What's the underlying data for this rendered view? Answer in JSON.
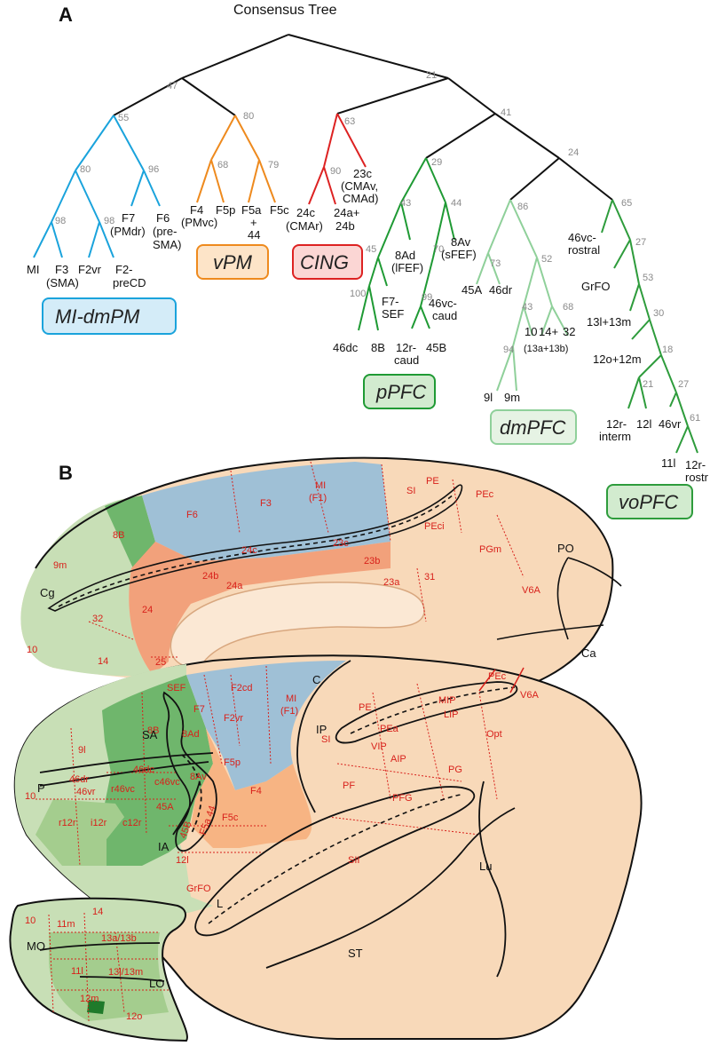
{
  "panels": {
    "a": "A",
    "b": "B"
  },
  "tree": {
    "title": "Consensus Tree",
    "bootstrap": {
      "root": "21",
      "left": "47",
      "mi_dmpm": "55",
      "vpm": "80",
      "cing": "63",
      "right": "41",
      "ra": "29",
      "rb": "24",
      "mi_sub": "80",
      "f_sub": "96",
      "mi_sub2": "98",
      "f2_sub": "98",
      "vpm_left": "68",
      "vpm_right": "79",
      "cing_sub": "90",
      "p_left": "43",
      "p_right": "44",
      "sub45": "45",
      "sub100": "100",
      "sub70": "70",
      "sub99": "99",
      "dm": "86",
      "sub73": "73",
      "sub52": "52",
      "sub43": "43",
      "sub68": "68",
      "sub94": "94",
      "vo": "65",
      "vo27": "27",
      "vo53": "53",
      "vo30": "30",
      "vo18": "18",
      "vo21": "21",
      "vo27b": "27",
      "vo61": "61"
    },
    "leaves": {
      "mi": "MI",
      "f3": "F3",
      "f3b": "(SMA)",
      "f2vr": "F2vr",
      "f2": "F2-",
      "f2b": "preCD",
      "f7": "F7",
      "f7b": "(PMdr)",
      "f6": "F6",
      "f6b": "(pre-",
      "f6c": "SMA)",
      "f4": "F4",
      "f4b": "(PMvc)",
      "f5p": "F5p",
      "f5a": "F5a",
      "f5a2": "+",
      "f5a3": "44",
      "f5c": "F5c",
      "c24": "24c",
      "c24b": "(CMAr)",
      "c24a": "24a+",
      "c24a2": "24b",
      "c23": "23c",
      "c23b": "(CMAv,",
      "c23c": "CMAd)",
      "ad8": "8Ad",
      "ad8b": "(lFEF)",
      "av8": "8Av",
      "av8b": "(sFEF)",
      "f7sef": "F7-",
      "f7sef2": "SEF",
      "c46": "46vc-",
      "c46b": "caud",
      "dc46": "46dc",
      "b8": "8B",
      "r12": "12r-",
      "r12b": "caud",
      "b45": "45B",
      "a45": "45A",
      "dr46": "46dr",
      "l9": "9l",
      "m9": "9m",
      "ten": "10",
      "f14": "14+",
      "f14b": "(13a+13b)",
      "t32": "32",
      "r46": "46vc-",
      "r46b": "rostral",
      "grfo": "GrFO",
      "l13": "13l+13m",
      "o12": "12o+12m",
      "i12": "12r-",
      "i12b": "interm",
      "l12": "12l",
      "vr46": "46vr",
      "l11": "11l",
      "rr12": "12r-",
      "rr12b": "rostr"
    },
    "groups": {
      "mi_dmpm": "MI-dmPM",
      "vpm": "vPM",
      "cing": "CING",
      "ppfc": "pPFC",
      "dmpfc": "dmPFC",
      "vopfc": "voPFC"
    },
    "colors": {
      "mi_dmpm": "#1aa3dc",
      "vpm": "#ee8a1e",
      "cing": "#dd2222",
      "ppfc": "#1f9a34",
      "dmpfc": "#8fd09a",
      "vopfc": "#2e9c3c"
    }
  },
  "brain": {
    "colors": {
      "tan": "#f8d9b9",
      "blue": "#9fc0d6",
      "salmon": "#f2a17b",
      "orange": "#f7b483",
      "lightgreen": "#c8dfb6",
      "midgreen": "#a4cd8e",
      "green": "#6fb66c",
      "dark": "#1f7a2a"
    },
    "medial_labels": {
      "mi": "MI",
      "mi2": "(F1)",
      "f6": "F6",
      "f3": "F3",
      "sef_b": "8B",
      "m9": "9m",
      "c24c": "24c",
      "c23c": "23c",
      "c24b": "24b",
      "c24a": "24a",
      "c23b": "23b",
      "c23a": "23a",
      "a24": "24",
      "a32": "32",
      "a10": "10",
      "a25": "25",
      "a14": "14",
      "si": "SI",
      "pe": "PE",
      "peci": "PEci",
      "pec": "PEc",
      "pgm": "PGm",
      "v6a": "V6A",
      "a31": "31"
    },
    "lateral_labels": {
      "sef": "SEF",
      "f7": "F7",
      "f2cd": "F2cd",
      "f2vr": "F2vr",
      "mi": "MI",
      "mi2": "(F1)",
      "b8": "8B",
      "ad8": "8Ad",
      "l9": "9l",
      "dc46": "46dc",
      "c46": "c46vc",
      "av8": "8Av",
      "f5p": "F5p",
      "dr46": "46dr",
      "vr46": "46vr",
      "r46": "r46vc",
      "ten": "10",
      "r12": "r12r",
      "i12": "i12r",
      "c12": "c12r",
      "a45": "45A",
      "b45": "45B",
      "f5a": "F5a 44",
      "f5c": "F5c",
      "f4": "F4",
      "l12": "12l",
      "grfo": "GrFO",
      "pe": "PE",
      "pea": "PEa",
      "mip": "MIP",
      "lip": "LIP",
      "vip": "VIP",
      "aip": "AIP",
      "pec": "PEc",
      "v6a": "V6A",
      "opt": "Opt",
      "pg": "PG",
      "pf": "PF",
      "pfg": "PFG",
      "si": "SI",
      "sii": "SII"
    },
    "orbital_labels": {
      "ten": "10",
      "m11": "11m",
      "f14": "14",
      "ab13": "13a/13b",
      "l11": "11l",
      "lm13": "13l/13m",
      "m12": "12m",
      "o12": "12o"
    },
    "sulci": {
      "cg": "Cg",
      "sa": "SA",
      "p": "P",
      "ia": "IA",
      "c": "C",
      "ip": "IP",
      "po": "PO",
      "ca": "Ca",
      "lu": "Lu",
      "l": "L",
      "st": "ST",
      "mo": "MO",
      "lo": "LO"
    }
  }
}
